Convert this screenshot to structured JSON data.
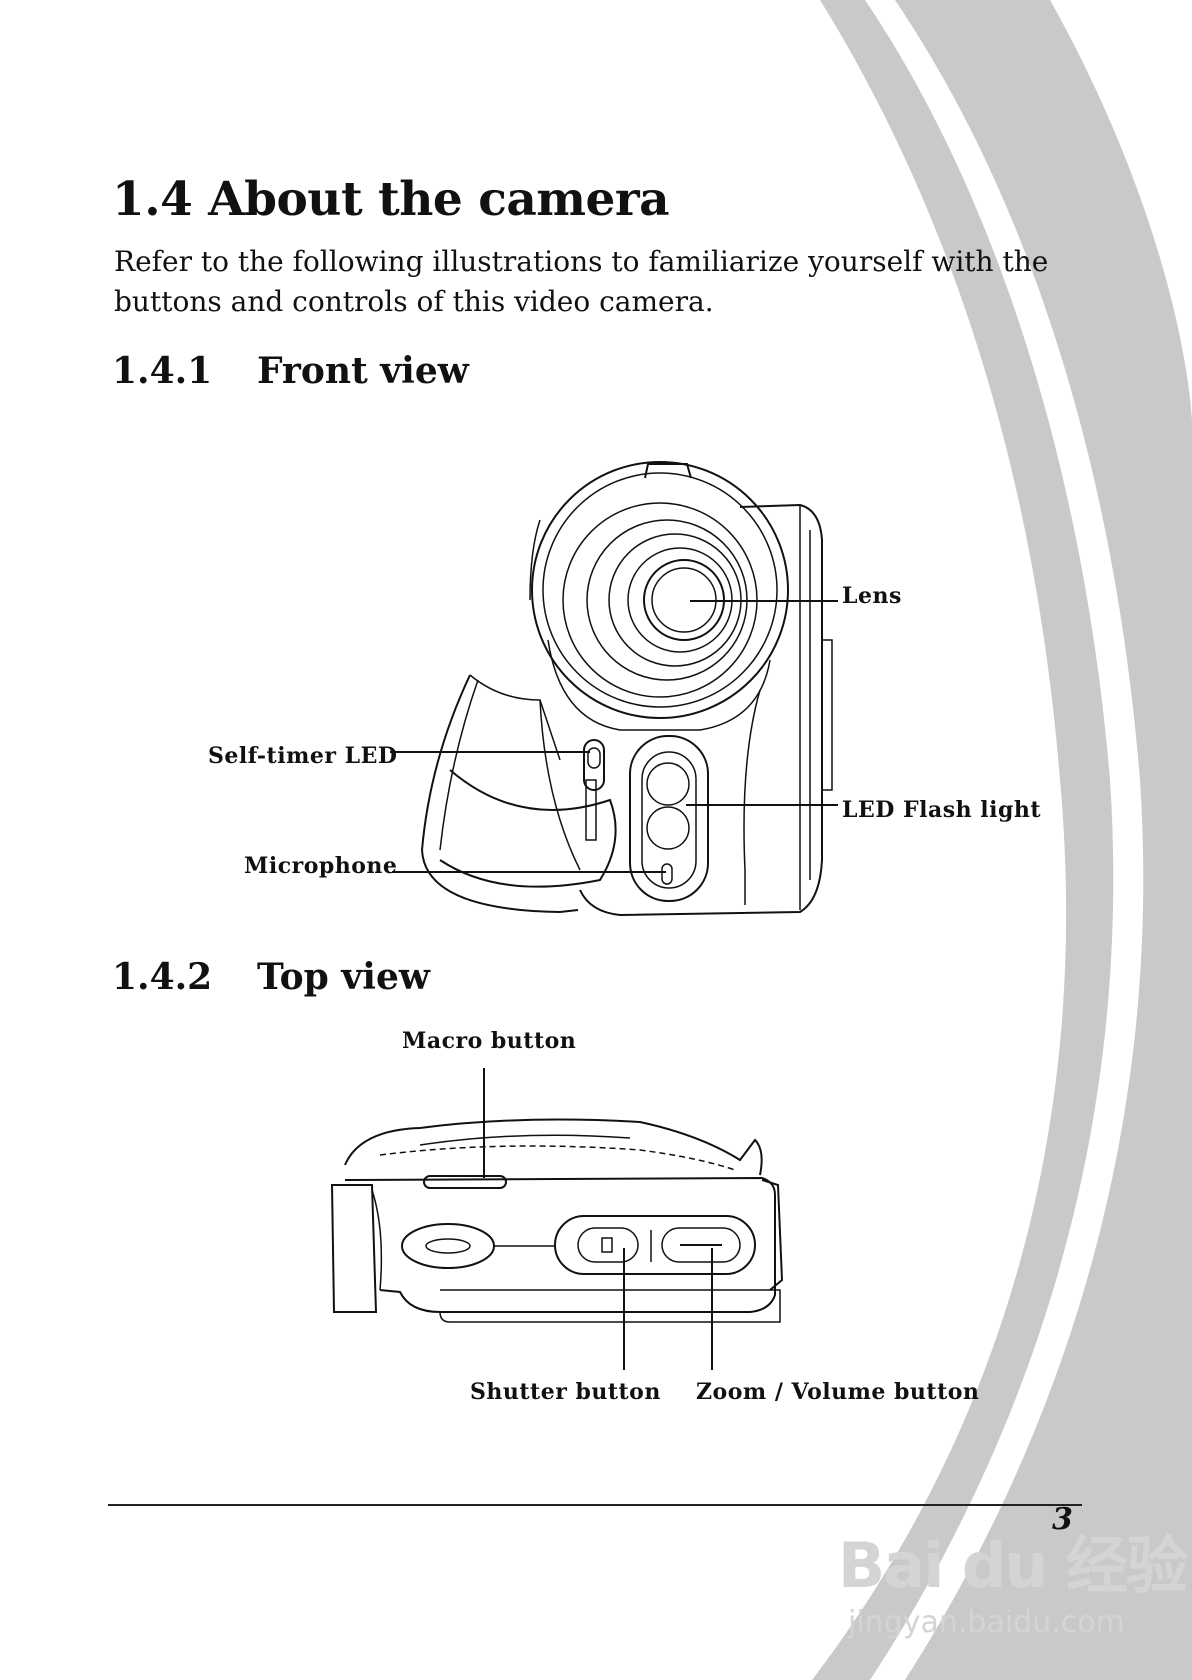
{
  "section": {
    "title": "1.4 About the camera",
    "intro": "Refer to the following illustrations to familiarize yourself with the buttons and controls of this video camera."
  },
  "front_view": {
    "number": "1.4.1",
    "title": "Front view",
    "callouts": {
      "lens": "Lens",
      "self_timer_led": "Self-timer LED",
      "led_flash_light": "LED Flash light",
      "microphone": "Microphone"
    }
  },
  "top_view": {
    "number": "1.4.2",
    "title": "Top view",
    "callouts": {
      "macro_button": "Macro button",
      "shutter_button": "Shutter button",
      "zoom_volume_button": "Zoom / Volume button"
    }
  },
  "footer": {
    "page_number": "3"
  },
  "watermark": {
    "logo": "Bai du 经验",
    "url": "jingyan.baidu.com"
  }
}
